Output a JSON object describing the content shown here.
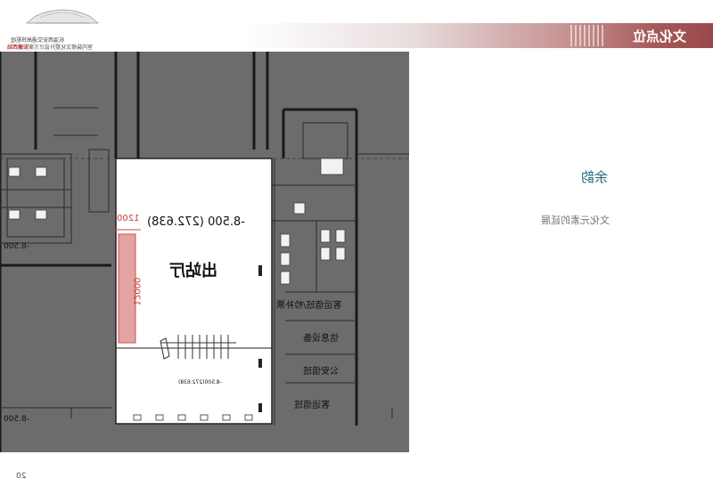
{
  "header": {
    "section_title": "文化点位",
    "logo_line1": "杭温西安交通高铁枢纽",
    "logo_brand": "安康西站",
    "logo_line2": "室内装修文化提升设计方案",
    "colors": {
      "bar_dark": "#9a4a4a",
      "bar_light": "#e9dede",
      "title_text": "#ffffff"
    }
  },
  "main": {
    "subtitle": "余韵",
    "description": "文化元素的延展"
  },
  "plan": {
    "elevation_main": "-8.500 (272.638)",
    "hall_name": "出站厅",
    "dimension_width": "1200",
    "dimension_length": "12000",
    "elevation_small": "-8.500(272.638)",
    "elevation_left": "-8.500",
    "elevation_bottom_left": "-8.500",
    "rooms": [
      "客运值班/检补票",
      "信息设备",
      "公安值班",
      "客运值班"
    ]
  },
  "footer": {
    "page_number": "20"
  }
}
